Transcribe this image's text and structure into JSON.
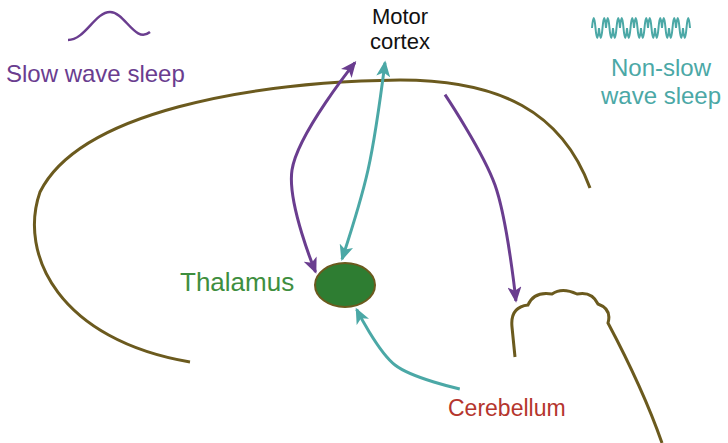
{
  "diagram": {
    "nodes": [
      {
        "text": [
          "Motor cortex"
        ]
      },
      {
        "text": [
          "Thalamus"
        ]
      },
      {
        "text": [
          "Cerebellum"
        ]
      }
    ],
    "edges": [
      {
        "from": 0,
        "to": 1,
        "arrow": "both"
      },
      {
        "from": 0,
        "to": 1,
        "arrow": "both"
      },
      {
        "from": 0,
        "to": 2,
        "arrow": "to"
      },
      {
        "from": 2,
        "to": 1,
        "arrow": "to"
      }
    ],
    "legend": [
      {
        "text": "Slow wave sleep"
      },
      {
        "text": "Non-slow wave sleep"
      }
    ]
  }
}
